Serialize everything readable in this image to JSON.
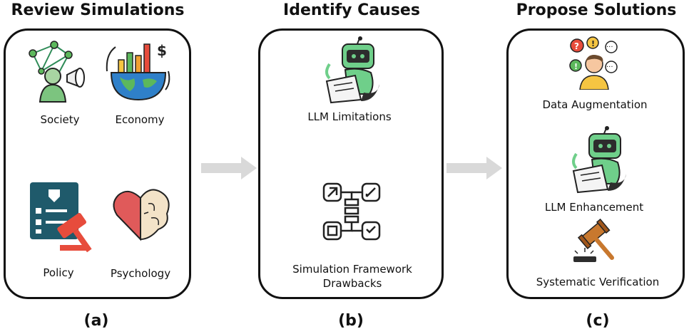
{
  "panels": [
    {
      "title": "Review Simulations",
      "caption": "(a)",
      "items": [
        {
          "label": "Society",
          "icon": "society-icon"
        },
        {
          "label": "Economy",
          "icon": "economy-icon"
        },
        {
          "label": "Policy",
          "icon": "policy-icon"
        },
        {
          "label": "Psychology",
          "icon": "psychology-icon"
        }
      ]
    },
    {
      "title": "Identify Causes",
      "caption": "(b)",
      "items": [
        {
          "label": "LLM Limitations",
          "icon": "robot-icon"
        },
        {
          "label_line1": "Simulation Framework",
          "label_line2": "Drawbacks",
          "icon": "framework-icon"
        }
      ]
    },
    {
      "title": "Propose Solutions",
      "caption": "(c)",
      "items": [
        {
          "label": "Data Augmentation",
          "icon": "confused-person-icon"
        },
        {
          "label": "LLM Enhancement",
          "icon": "robot-icon"
        },
        {
          "label": "Systematic Verification",
          "icon": "gavel-icon"
        }
      ]
    }
  ],
  "colors": {
    "arrow": "#d9d9d9",
    "robot": "#6fcf8a",
    "gavel": "#c8782e",
    "policy_doc": "#1f5a6b",
    "policy_gavel": "#e74c3c",
    "heart": "#e05a5a"
  }
}
